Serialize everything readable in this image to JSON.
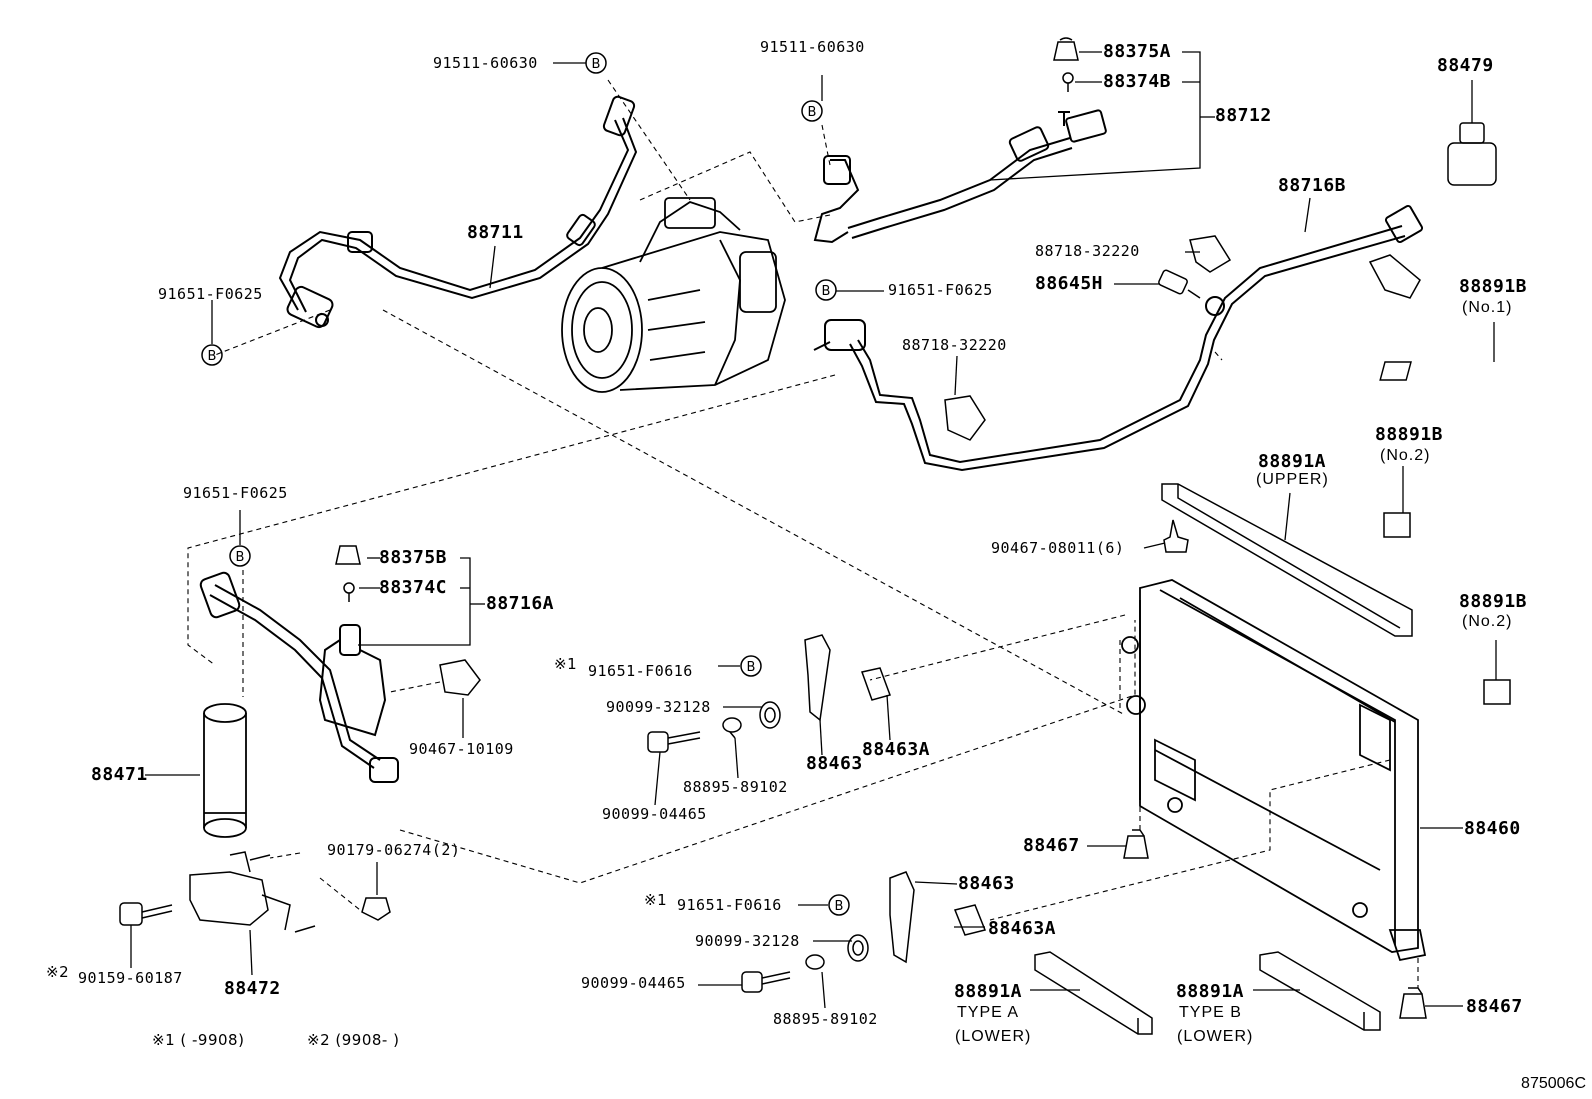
{
  "labels": {
    "p91511_a": "91511-60630",
    "p91511_b": "91511-60630",
    "p88375a": "88375A",
    "p88374b": "88374B",
    "p88712": "88712",
    "p88479": "88479",
    "p88711": "88711",
    "p88716b": "88716B",
    "p88718_a": "88718-32220",
    "p88645h": "88645H",
    "p91651_a": "91651-F0625",
    "p91651_b": "91651-F0625",
    "p88718_b": "88718-32220",
    "p88891b_1": "88891B",
    "p88891b_1_sub": "(No.1)",
    "p88891b_2": "88891B",
    "p88891b_2_sub": "(No.2)",
    "p88891a_upper": "88891A",
    "p88891a_upper_sub": "(UPPER)",
    "p90467_08011": "90467-08011(6)",
    "p88891b_3": "88891B",
    "p88891b_3_sub": "(No.2)",
    "p91651_c": "91651-F0625",
    "p88375b": "88375B",
    "p88374c": "88374C",
    "p88716a": "88716A",
    "p91651_f0616_a": "91651-F0616",
    "p90099_32128_a": "90099-32128",
    "p88463_a": "88463",
    "p88463a_a": "88463A",
    "p90467_10109": "90467-10109",
    "p88471": "88471",
    "p88895_a": "88895-89102",
    "p90099_04465_a": "90099-04465",
    "p88467_a": "88467",
    "p88460": "88460",
    "p90179": "90179-06274(2)",
    "p88463_b": "88463",
    "p91651_f0616_b": "91651-F0616",
    "p88463a_b": "88463A",
    "p90099_32128_b": "90099-32128",
    "p90099_04465_b": "90099-04465",
    "p88895_b": "88895-89102",
    "p90159": "90159-60187",
    "p88472": "88472",
    "p88891a_typea": "88891A",
    "p88891a_typea_sub1": "TYPE A",
    "p88891a_typea_sub2": "(LOWER)",
    "p88891a_typeb": "88891A",
    "p88891a_typeb_sub1": "TYPE B",
    "p88891a_typeb_sub2": "(LOWER)",
    "p88467_b": "88467"
  },
  "markers": {
    "circle_b": "B",
    "note1_mark": "※1",
    "note2_mark": "※2"
  },
  "footnote": {
    "note1": "※1 (        -9908)",
    "note2": "※2 (9908-        )"
  },
  "figure_code": "875006C"
}
